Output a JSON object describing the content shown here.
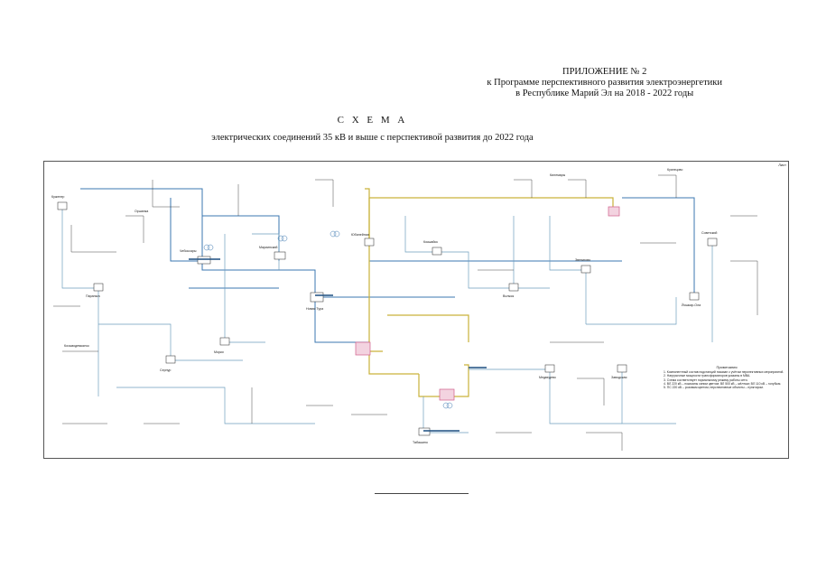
{
  "header": {
    "line1": "ПРИЛОЖЕНИЕ № 2",
    "line2": "к Программе перспективного развития электроэнергетики",
    "line3": "в Республике Марий Эл на 2018 - 2022 годы"
  },
  "title": {
    "main": "С Х Е М А",
    "sub": "электрических соединений 35 кВ и выше с перспективой развития до 2022 года"
  },
  "frame_corner": "Лист",
  "legend": {
    "heading": "Примечания",
    "items": [
      "1. Компонентный состав подстанций показан с учётом перспективных мероприятий.",
      "2. Нагрузочные мощности трансформаторов указаны в МВА.",
      "3. Схема соответствует нормальному режиму работы сети.",
      "4. ВЛ 220 кВ – показаны синим цветом; ВЛ 500 кВ – жёлтым; ВЛ 110 кВ – голубым.",
      "5. ПС 220 кВ – розовым цветом; перспективные объекты – пунктиром."
    ]
  },
  "substations": [
    {
      "name": "Чебоксары"
    },
    {
      "name": "Мариинский"
    },
    {
      "name": "Новая Тура"
    },
    {
      "name": "Юбилейная"
    },
    {
      "name": "Кокшайск"
    },
    {
      "name": "Волжск"
    },
    {
      "name": "Звенигово"
    },
    {
      "name": "Йошкар-Ола"
    },
    {
      "name": "Заводская"
    },
    {
      "name": "Медведево"
    },
    {
      "name": "Табашино"
    },
    {
      "name": "Сернур"
    },
    {
      "name": "Параньга"
    },
    {
      "name": "Куженер"
    },
    {
      "name": "Морки"
    },
    {
      "name": "Советский"
    },
    {
      "name": "Оршанка"
    },
    {
      "name": "Килемары"
    },
    {
      "name": "Кузнецово"
    },
    {
      "name": "Козьмодемьянск"
    }
  ],
  "colors": {
    "line_500": "#c9b23a",
    "line_220": "#3b77b0",
    "line_110": "#6e9fbf",
    "line_35": "#333333",
    "substation_220": "#d05f8a"
  }
}
